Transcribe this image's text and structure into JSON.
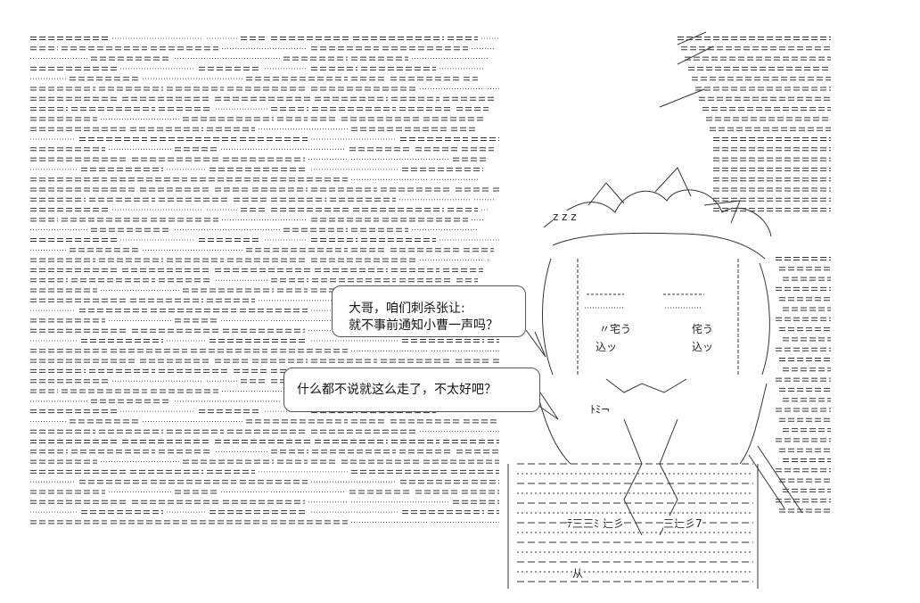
{
  "art": {
    "caption": "",
    "dialogue": [
      {
        "id": "bubble-1",
        "lines": [
          "大哥，咱们刺杀张让:",
          "就不事前通知小曹一声吗？"
        ]
      },
      {
        "id": "bubble-2",
        "lines": [
          "什么都不说就这么走了，不太好吧？"
        ]
      }
    ],
    "sfx": [
      "z z z"
    ],
    "face_labels": {
      "left_eye": "〃宅う",
      "right_eye": "侘う",
      "left_cheek": "込ッ",
      "right_cheek": "込ッ",
      "mouth": "ﾄﾐ¬",
      "body_left": "ﾃ三三ﾐ 辷彡",
      "body_right": "三辷彡7",
      "hem": "从"
    }
  }
}
